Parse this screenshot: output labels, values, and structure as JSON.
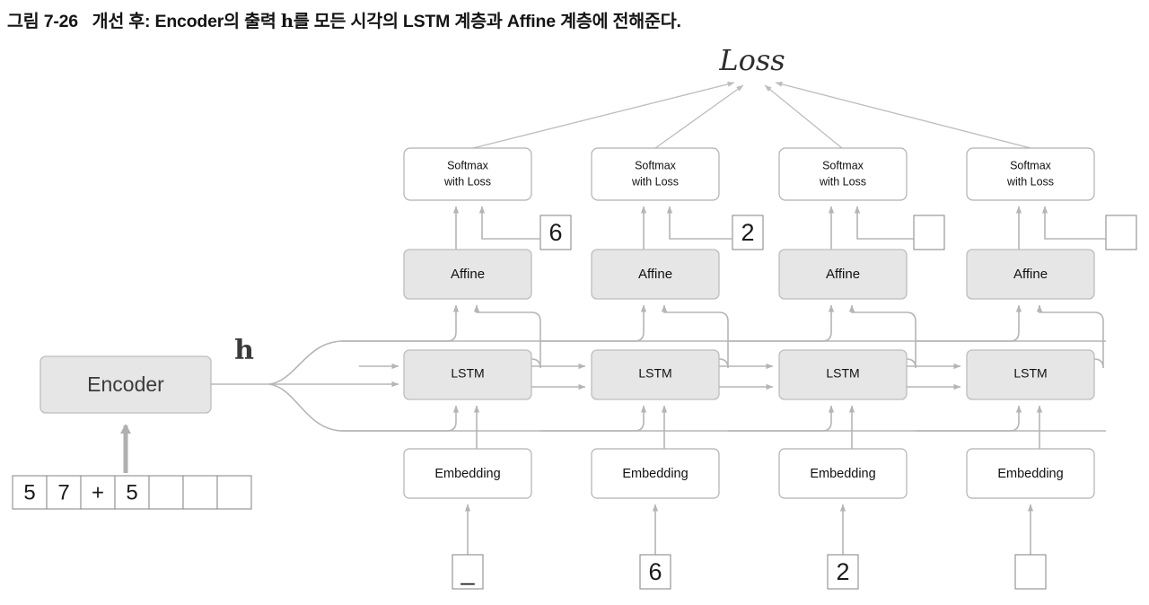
{
  "caption": {
    "figure_number": "그림 7-26",
    "text": "개선 후: Encoder의 출력 h를 모든 시각의 LSTM 계층과 Affine 계층에 전해준다.",
    "text_before_h": "개선 후: Encoder의 출력 ",
    "bold_symbol": "h",
    "text_after_h": "를 모든 시각의 LSTM 계층과 Affine 계층에 전해준다."
  },
  "diagram": {
    "type": "neural-network-architecture",
    "title_label": "Loss",
    "hidden_state_label": "h",
    "encoder": {
      "label": "Encoder",
      "fill": "#e6e6e6"
    },
    "encoder_input_sequence": {
      "cells": [
        "5",
        "7",
        "+",
        "5",
        "",
        "",
        ""
      ],
      "cell_count": 7
    },
    "timesteps": [
      {
        "index": 0,
        "softmax_label_line1": "Softmax",
        "softmax_label_line2": "with Loss",
        "affine_label": "Affine",
        "lstm_label": "LSTM",
        "embedding_label": "Embedding",
        "teacher_label": "6",
        "input_token": "_"
      },
      {
        "index": 1,
        "softmax_label_line1": "Softmax",
        "softmax_label_line2": "with Loss",
        "affine_label": "Affine",
        "lstm_label": "LSTM",
        "embedding_label": "Embedding",
        "teacher_label": "2",
        "input_token": "6"
      },
      {
        "index": 2,
        "softmax_label_line1": "Softmax",
        "softmax_label_line2": "with Loss",
        "affine_label": "Affine",
        "lstm_label": "LSTM",
        "embedding_label": "Embedding",
        "teacher_label": "",
        "input_token": "2"
      },
      {
        "index": 3,
        "softmax_label_line1": "Softmax",
        "softmax_label_line2": "with Loss",
        "affine_label": "Affine",
        "lstm_label": "LSTM",
        "embedding_label": "Embedding",
        "teacher_label": "",
        "input_token": ""
      }
    ],
    "colors": {
      "gray_box_fill": "#e6e6e6",
      "gray_box_stroke": "#bdbdbd",
      "white_box_fill": "#ffffff",
      "white_box_stroke": "#b0b0b0",
      "wire": "#b5b5b5",
      "thick_wire": "#b0b0b0",
      "text": "#111111"
    }
  }
}
